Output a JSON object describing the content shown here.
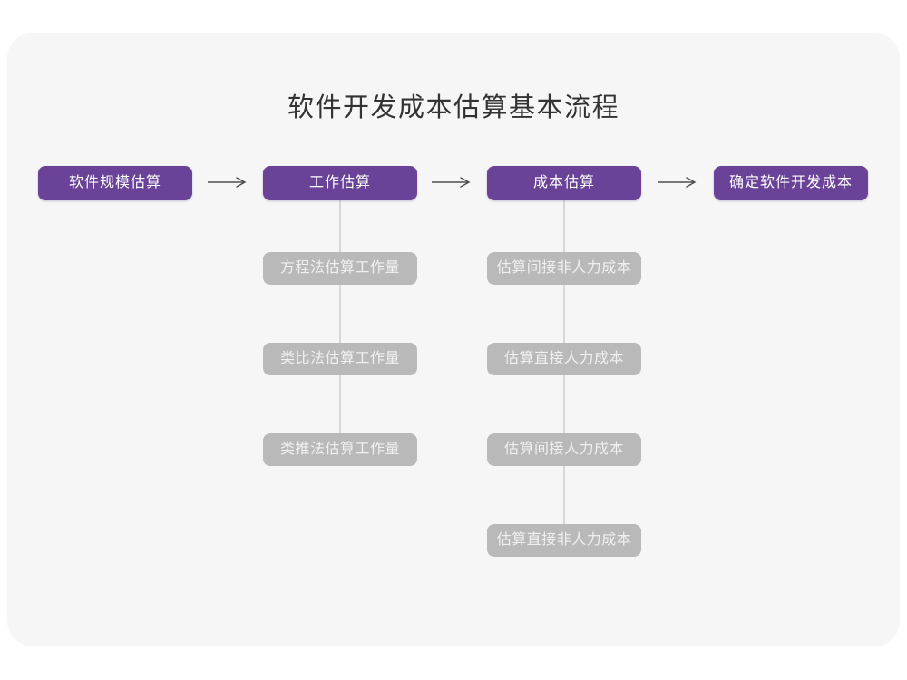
{
  "page": {
    "title": "软件开发成本估算基本流程"
  },
  "theme": {
    "card_background": "#F6F6F6",
    "accent_purple": "#6A4399",
    "sub_node_gray": "#B9B9B9",
    "connector_gray": "#D8D8D8",
    "arrow_gray": "#4D4D4D",
    "title_color": "#333333"
  },
  "flow": {
    "steps": [
      {
        "label": "软件规模估算"
      },
      {
        "label": "工作估算"
      },
      {
        "label": "成本估算"
      },
      {
        "label": "确定软件开发成本"
      }
    ]
  },
  "work_breakdown": {
    "parent": "工作估算",
    "items": [
      {
        "label": "方程法估算工作量"
      },
      {
        "label": "类比法估算工作量"
      },
      {
        "label": "类推法估算工作量"
      }
    ]
  },
  "cost_breakdown": {
    "parent": "成本估算",
    "items": [
      {
        "label": "估算间接非人力成本"
      },
      {
        "label": "估算直接人力成本"
      },
      {
        "label": "估算间接人力成本"
      },
      {
        "label": "估算直接非人力成本"
      }
    ]
  }
}
